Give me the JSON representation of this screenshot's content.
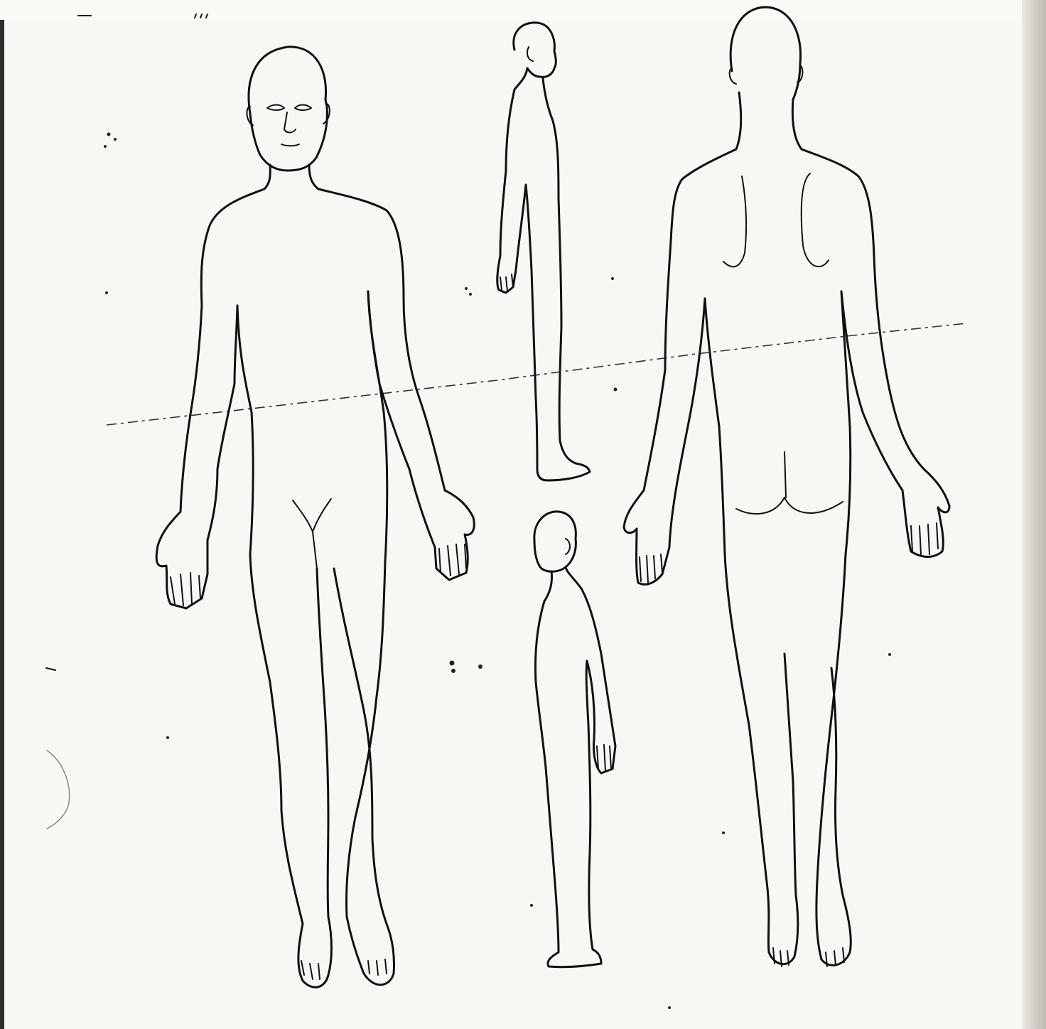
{
  "document": {
    "type": "body outline diagram",
    "views": [
      {
        "name": "front",
        "icon": "front-body-figure"
      },
      {
        "name": "right-side",
        "icon": "side-body-figure"
      },
      {
        "name": "back",
        "icon": "back-body-figure"
      },
      {
        "name": "left-side",
        "icon": "side-body-figure"
      }
    ],
    "colors": {
      "paper": "#f8f7f4",
      "ink": "#111111",
      "scan_edge": "#2c2c2c"
    }
  }
}
